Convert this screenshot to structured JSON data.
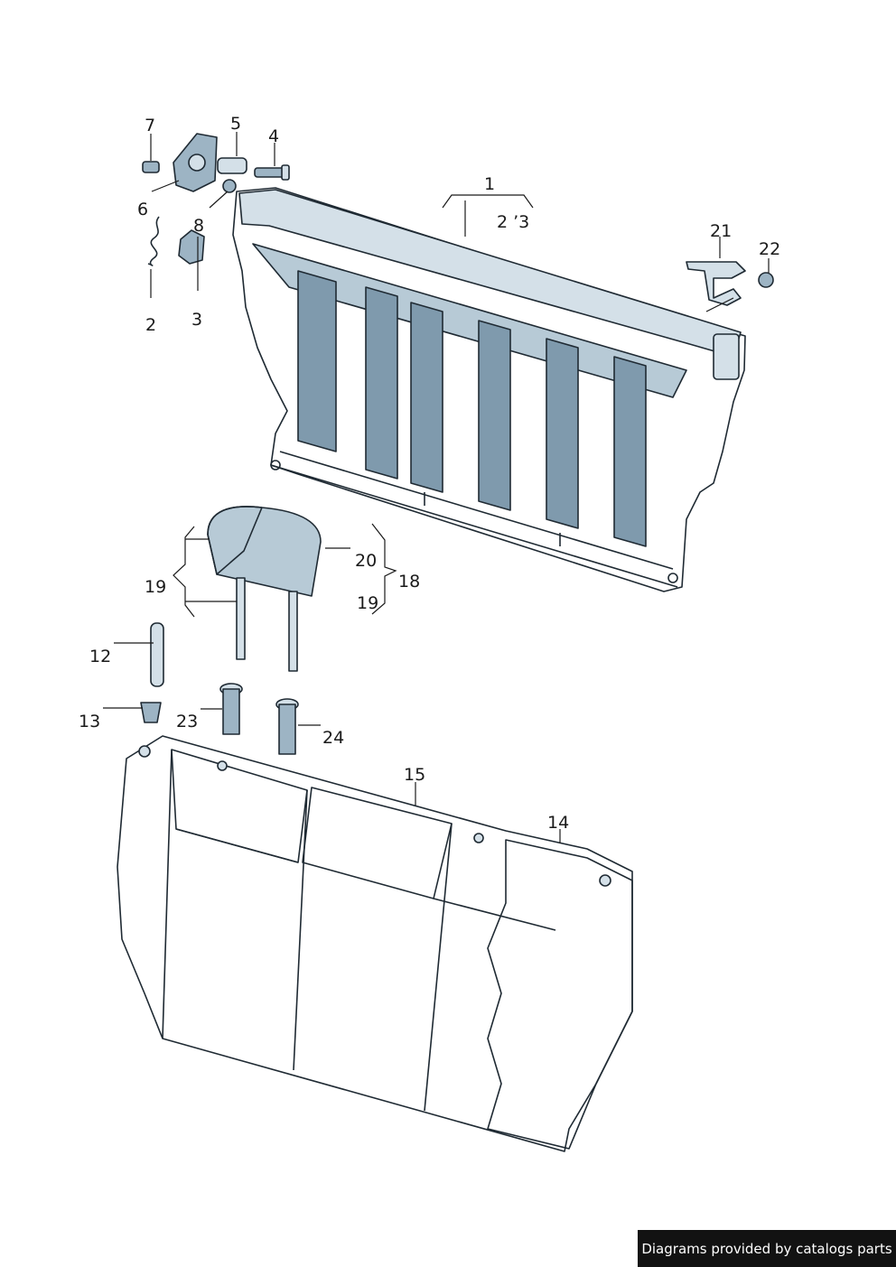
{
  "labels": {
    "l1": "1",
    "l2": "2",
    "l2_3": "2 ’3",
    "l3": "3",
    "l4": "4",
    "l5": "5",
    "l6": "6",
    "l7": "7",
    "l8": "8",
    "l12": "12",
    "l13": "13",
    "l14": "14",
    "l15": "15",
    "l18": "18",
    "l19a": "19",
    "l19b": "19",
    "l20": "20",
    "l21": "21",
    "l22": "22",
    "l23": "23",
    "l24": "24"
  },
  "watermark": "Diagrams provided by catalogs parts",
  "colors": {
    "part_fill": "#9db4c4",
    "part_light": "#d4e0e8",
    "outline": "#1f2a33",
    "banner_bg": "#121212"
  }
}
